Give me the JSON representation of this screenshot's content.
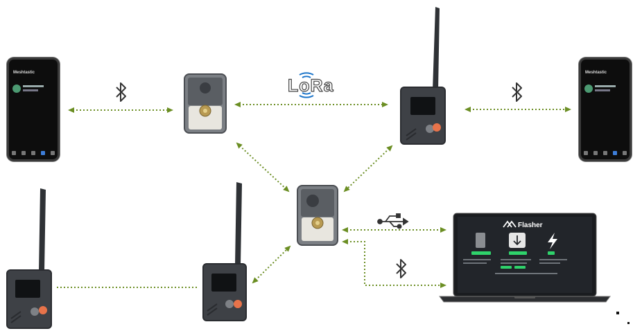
{
  "logos": {
    "lora": "LoRa",
    "flasher": "Flasher"
  },
  "phones": {
    "left_title": "Meshtastic",
    "right_title": "Meshtastic"
  },
  "colors": {
    "link": "#6b8e23",
    "device_dark": "#3a3d42",
    "device_accent": "#e8734a",
    "lora_blue": "#1a74c9",
    "laptop_accent": "#2fd36b"
  },
  "icons": [
    "bluetooth-icon",
    "usb-icon",
    "lightning-icon",
    "download-icon",
    "flasher-logo-icon"
  ]
}
